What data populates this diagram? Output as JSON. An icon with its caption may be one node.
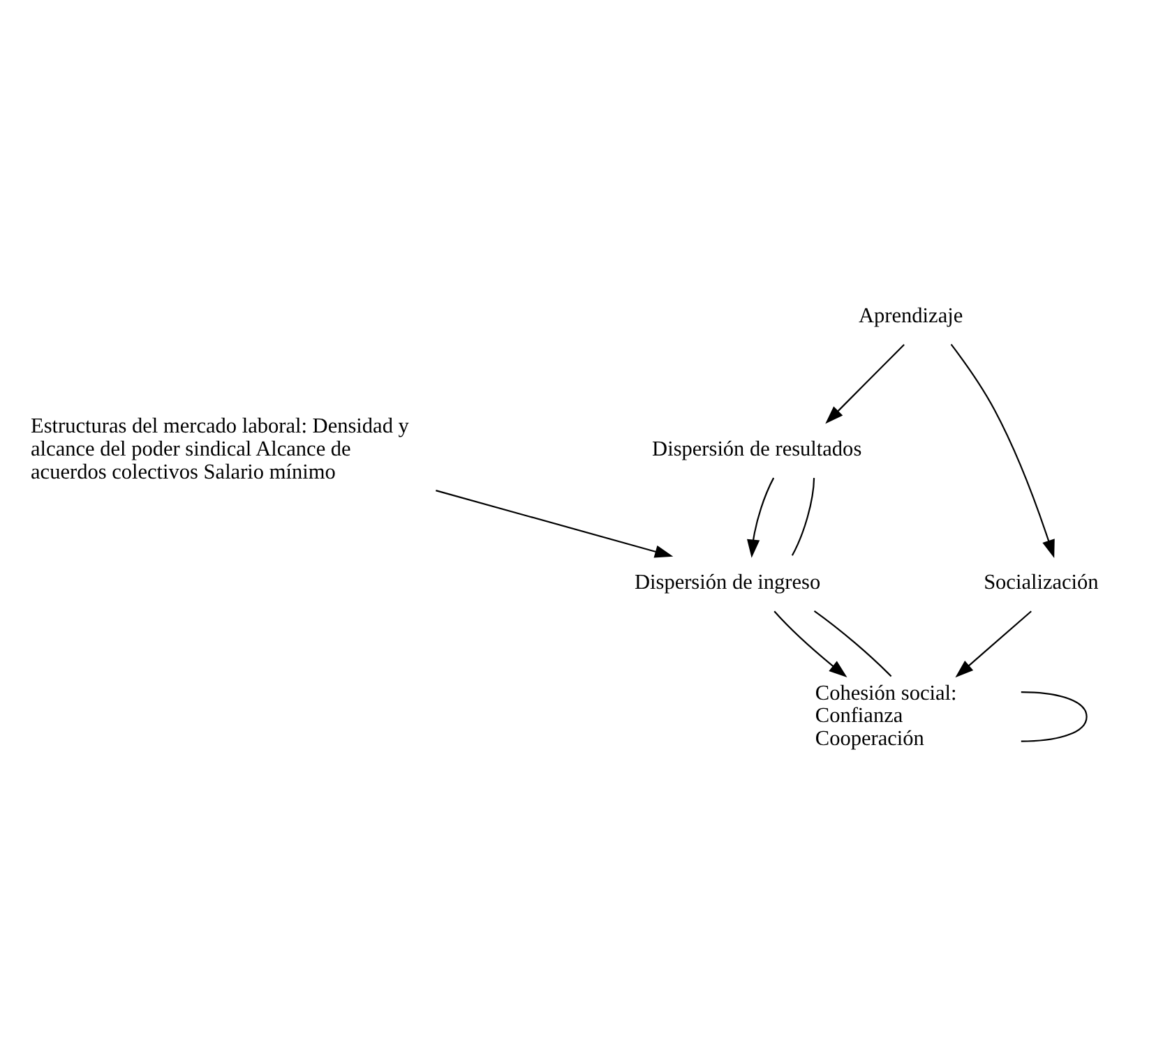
{
  "diagram": {
    "nodes": [
      {
        "text": [
          "Estructuras del mercado laboral: Densidad y alcance del poder sindical Alcance de acuerdos colectivos Salario mínimo"
        ]
      },
      {
        "text": [
          "Dispersión de ingreso"
        ]
      },
      {
        "text": [
          "Dispersión de resultados"
        ]
      },
      {
        "text": [
          "Cohesión social:",
          "Confianza",
          "Cooperación"
        ]
      },
      {
        "text": [
          "Aprendizaje"
        ]
      },
      {
        "text": [
          "Socialización"
        ]
      }
    ],
    "edges": [
      {
        "from": 0,
        "to": 1,
        "arrow": "to"
      },
      {
        "from": 2,
        "to": 1,
        "arrow": "to"
      },
      {
        "from": 1,
        "to": 3,
        "arrow": "to"
      },
      {
        "from": 4,
        "to": 2,
        "arrow": "to"
      },
      {
        "from": 4,
        "to": 5,
        "arrow": "to"
      },
      {
        "from": 5,
        "to": 3,
        "arrow": "to"
      },
      {
        "from": 2,
        "to": 1,
        "arrow": "none"
      },
      {
        "from": 1,
        "to": 3,
        "arrow": "none"
      },
      {
        "from": 3,
        "to": 3,
        "arrow": "none"
      }
    ]
  }
}
